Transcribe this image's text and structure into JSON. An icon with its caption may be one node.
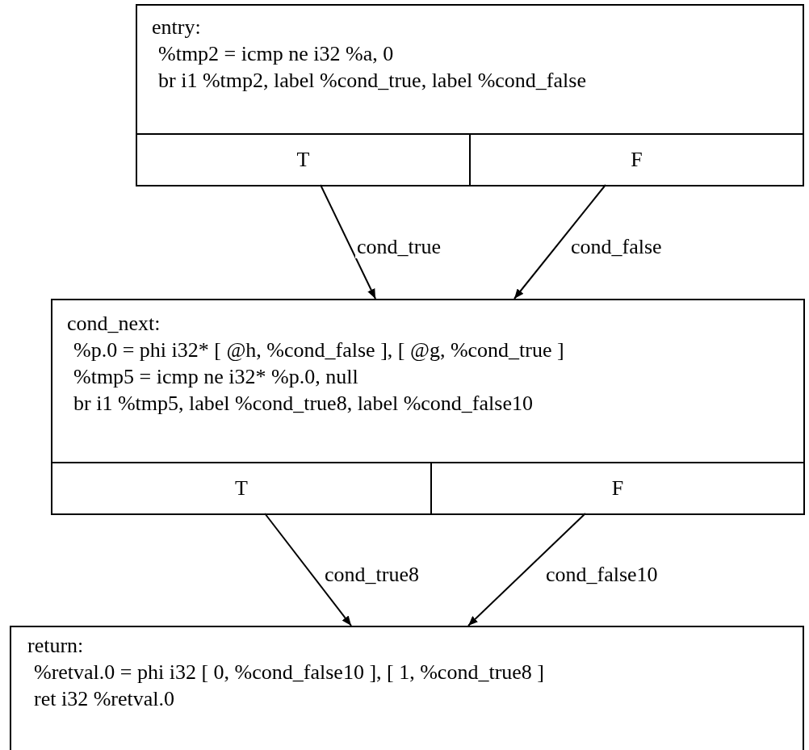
{
  "diagram": {
    "nodes": [
      {
        "text": [
          "entry:",
          "%tmp2 = icmp ne i32 %a, 0",
          "br i1 %tmp2, label %cond_true, label %cond_false"
        ]
      },
      {
        "text": [
          "T"
        ],
        "in": 0
      },
      {
        "text": [
          "F"
        ],
        "in": 0
      },
      {
        "text": [
          "cond_next:",
          "%p.0 = phi i32* [ @h, %cond_false ], [ @g, %cond_true ]",
          "%tmp5 = icmp ne i32* %p.0, null",
          "br i1 %tmp5, label %cond_true8, label %cond_false10"
        ]
      },
      {
        "text": [
          "T"
        ],
        "in": 3
      },
      {
        "text": [
          "F"
        ],
        "in": 3
      },
      {
        "text": [
          "return:",
          "%retval.0 = phi i32 [ 0, %cond_false10 ], [ 1, %cond_true8 ]",
          "ret i32 %retval.0"
        ]
      }
    ],
    "edges": [
      {
        "from": 1,
        "to": 3,
        "arrow": "to",
        "label": "cond_true"
      },
      {
        "from": 2,
        "to": 3,
        "arrow": "to",
        "label": "cond_false"
      },
      {
        "from": 4,
        "to": 6,
        "arrow": "to",
        "label": "cond_true8"
      },
      {
        "from": 5,
        "to": 6,
        "arrow": "to",
        "label": "cond_false10"
      }
    ]
  }
}
